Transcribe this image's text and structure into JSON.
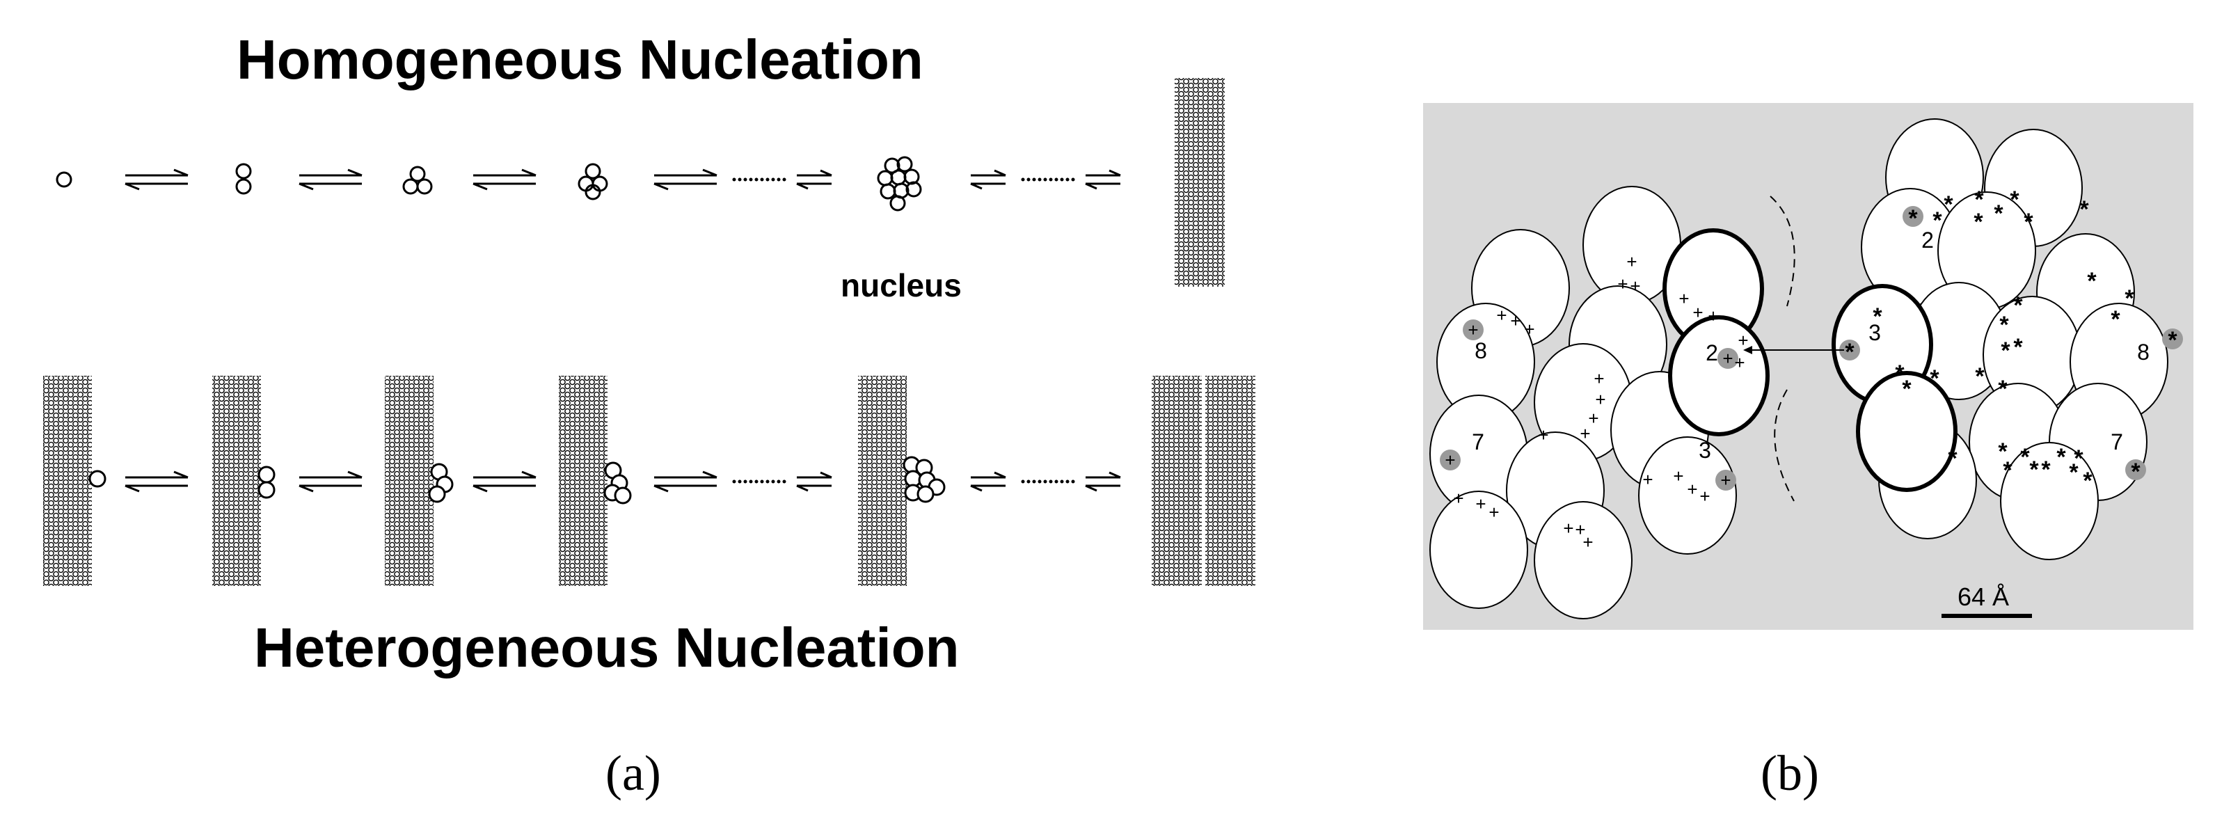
{
  "panel_a": {
    "title_top": "Homogeneous Nucleation",
    "title_bottom": "Heterogeneous Nucleation",
    "nucleus_label": "nucleus",
    "caption": "(a)"
  },
  "panel_b": {
    "left_cluster_numbers": [
      "8",
      "2",
      "7",
      "3"
    ],
    "right_cluster_numbers": [
      "2",
      "3",
      "8",
      "7"
    ],
    "scale_label": "64 Å",
    "caption": "(b)",
    "background_color": "#d9d9d9"
  }
}
